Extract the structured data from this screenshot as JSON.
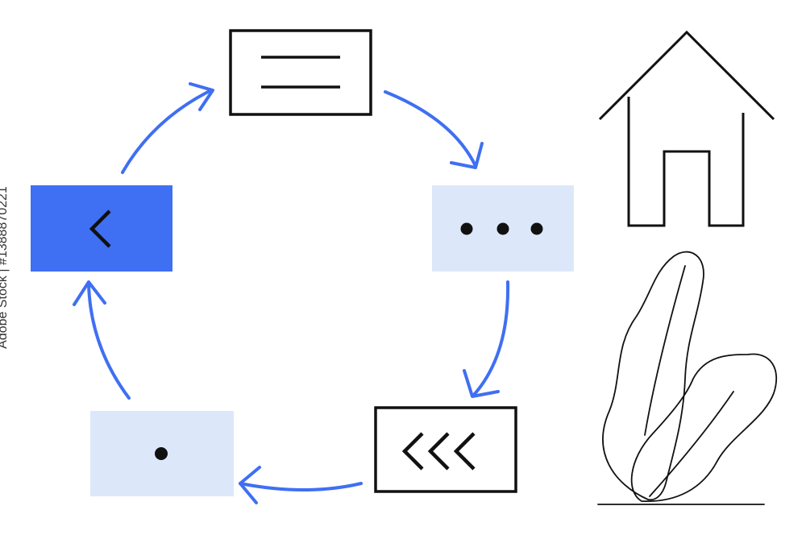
{
  "watermark": {
    "side_text": "Adobe Stock | #1388870221"
  },
  "colors": {
    "accent": "#3f6ff2",
    "light_box": "#dce8fa",
    "stroke": "#111111"
  },
  "nodes": [
    {
      "name": "menu-lines-box",
      "icon": "menu-lines-icon"
    },
    {
      "name": "more-dots-box",
      "icon": "more-horizontal-icon"
    },
    {
      "name": "triple-chevron-box",
      "icon": "triple-chevron-left-icon"
    },
    {
      "name": "single-dot-box",
      "icon": "dot-icon"
    },
    {
      "name": "back-chevron-box",
      "icon": "chevron-left-icon"
    }
  ],
  "illustrations": [
    "house-icon",
    "leaves-plant-icon"
  ]
}
